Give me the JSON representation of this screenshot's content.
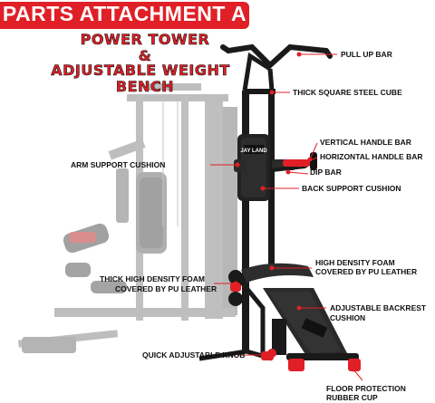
{
  "banner": {
    "title": "PARTS ATTACHMENT A"
  },
  "subtitle": {
    "line1": "POWER TOWER",
    "line2": "&",
    "line3": "ADJUSTABLE WEIGHT",
    "line4": "BENCH"
  },
  "brand": "JAY LAND",
  "labels": {
    "pull_up_bar": "PULL UP BAR",
    "steel_cube": "THICK SQUARE STEEL CUBE",
    "vertical_handle": "VERTICAL HANDLE BAR",
    "horizontal_handle": "HORIZONTAL HANDLE BAR",
    "dip_bar": "DIP BAR",
    "back_support": "BACK SUPPORT CUSHION",
    "arm_support": "ARM SUPPORT CUSHION",
    "foam_right_1": "HIGH DENSITY FOAM",
    "foam_right_2": "COVERED BY PU LEATHER",
    "foam_left_1": "THICK HIGH DENSITY FOAM",
    "foam_left_2": "COVERED BY PU LEATHER",
    "backrest_1": "ADJUSTABLE BACKREST",
    "backrest_2": "CUSHION",
    "knob": "QUICK ADJUSTABLE KNOB",
    "floor_1": "FLOOR PROTECTION",
    "floor_2": "RUBBER CUP"
  },
  "colors": {
    "accent": "#e01f26",
    "frame_dark": "#1a1a1a",
    "machine_grey": "#9c9c9c",
    "leader_line": "#e01f26"
  }
}
